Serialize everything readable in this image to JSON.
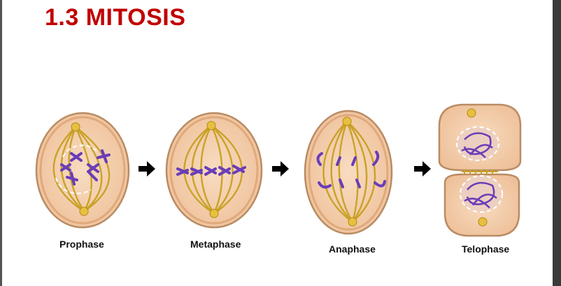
{
  "title": "1.3 MITOSIS",
  "stages": [
    {
      "label": "Prophase"
    },
    {
      "label": "Metaphase"
    },
    {
      "label": "Anaphase"
    },
    {
      "label": "Telophase"
    }
  ],
  "colors": {
    "title": "#c00000",
    "cell_fill": "#f3cfa6",
    "cell_edge": "#b98c63",
    "spindle": "#c9a227",
    "chromosome": "#6a3db8",
    "arrow": "#000000"
  },
  "icons": [
    "right-arrow-icon"
  ]
}
